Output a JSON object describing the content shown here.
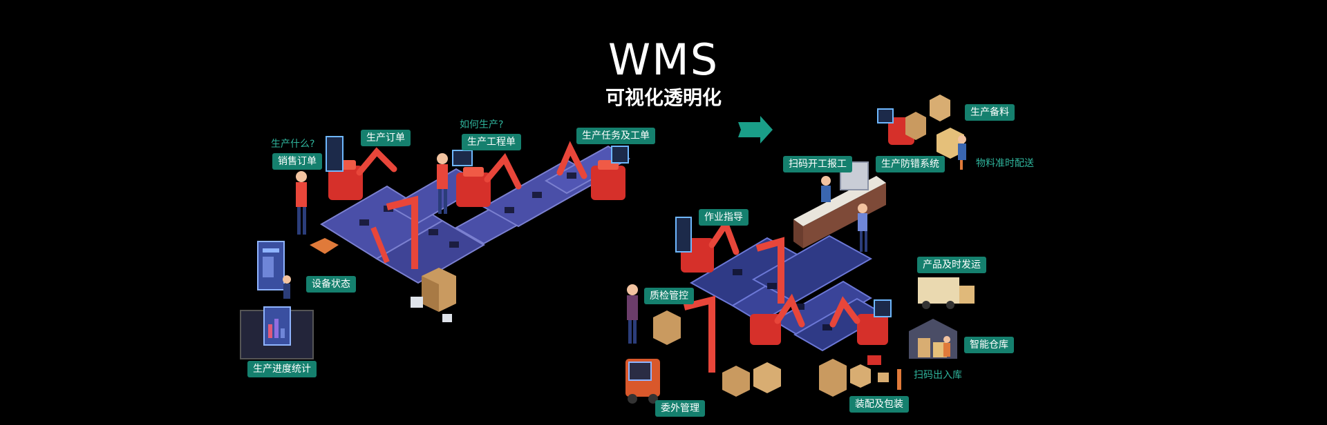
{
  "title": "WMS",
  "subtitle": "可视化透明化",
  "left": {
    "q_what": "生产什么?",
    "q_how": "如何生产?",
    "sales_order": "销售订单",
    "production_order": "生产订单",
    "engineering_order": "生产工程单",
    "task_order": "生产任务及工单",
    "equipment_status": "设备状态",
    "progress_stats": "生产进度统计"
  },
  "right": {
    "material_prep": "生产备料",
    "error_proof": "生产防错系统",
    "material_delivery": "物料准时配送",
    "scan_report": "扫码开工报工",
    "work_guide": "作业指导",
    "product_ship": "产品及时发运",
    "quality_control": "质检管控",
    "smart_warehouse": "智能仓库",
    "scan_inout": "扫码出入库",
    "outsourcing": "委外管理",
    "assembly_packing": "装配及包装"
  },
  "colors": {
    "tag_bg": "#15806e",
    "accent_teal": "#1a9e88",
    "robot_red": "#d6302a",
    "conveyor_blue": "#4a4fa8"
  }
}
